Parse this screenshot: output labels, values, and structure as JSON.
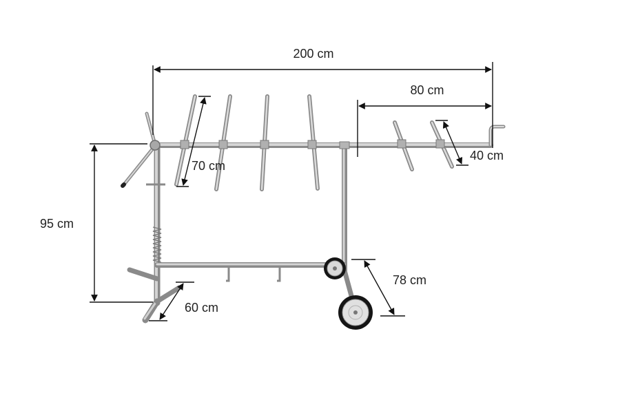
{
  "product": {
    "kind": "rotary paint stand with wheels",
    "frame_color": "#c9c9c9",
    "frame_edge_color": "#8a8a8a",
    "dimension_color": "#111111"
  },
  "dimensions": {
    "overall_length": "200 cm",
    "arm_section_length": "80 cm",
    "arm_spacing_small": "40 cm",
    "arm_length": "70 cm",
    "height": "95 cm",
    "base_width": "60 cm",
    "wheel_base_width": "78 cm"
  }
}
